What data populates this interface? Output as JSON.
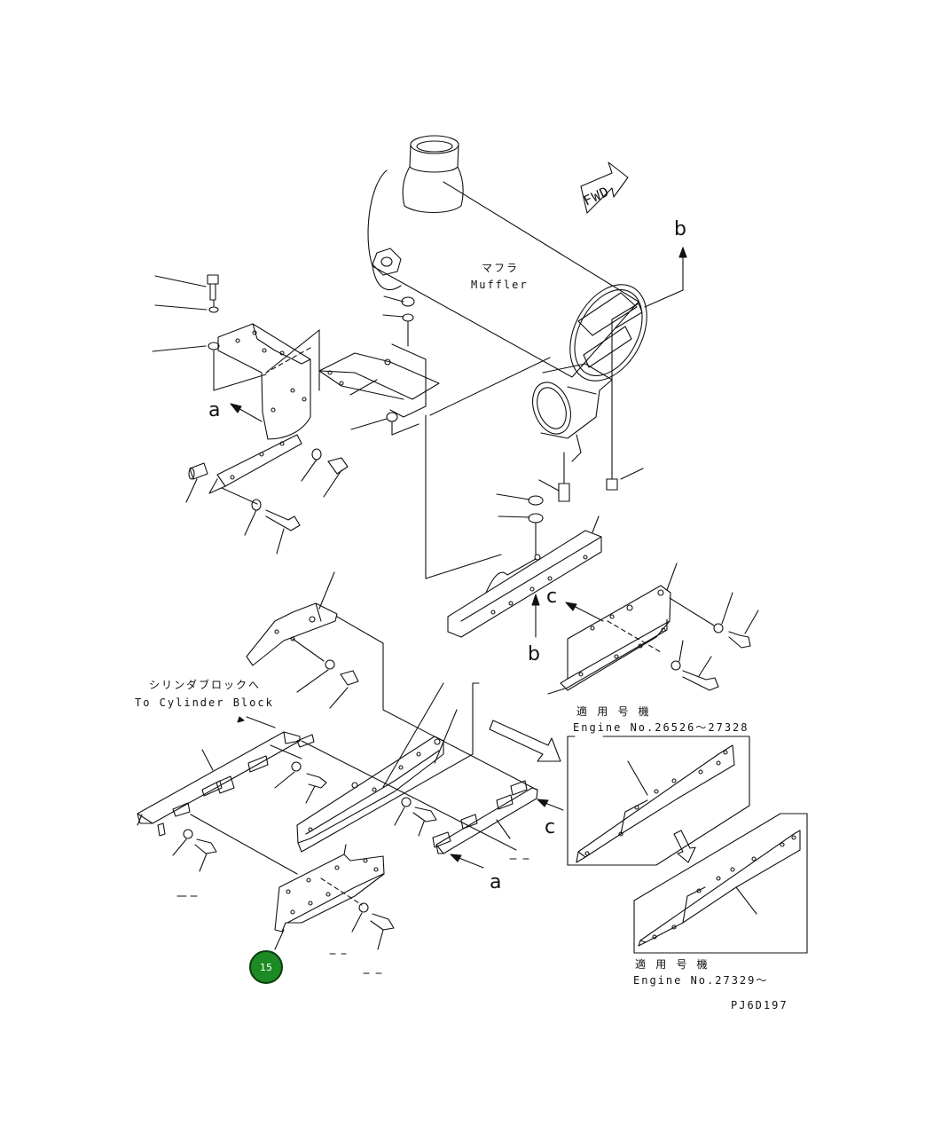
{
  "labels": {
    "muffler_jp": "マフラ",
    "muffler_en": "Muffler",
    "to_cylinder_jp": "シリンダブロックへ",
    "to_cylinder_en": "To Cylinder Block",
    "fwd": "FWD",
    "applicable_1_jp": "適 用 号 機",
    "applicable_1_en": "Engine No.26526～27328",
    "applicable_2_jp": "適 用 号 機",
    "applicable_2_en": "Engine No.27329～",
    "drawing_code": "PJ6D197"
  },
  "reference_letters": {
    "a_upper": "a",
    "a_lower": "a",
    "b_upper": "b",
    "b_lower": "b",
    "c_upper": "c",
    "c_lower": "c"
  },
  "markers": [
    {
      "number": "15",
      "color": "#1d8a23"
    }
  ],
  "colors": {
    "line": "#111111",
    "background": "#ffffff",
    "marker_fill": "#1d8a23"
  }
}
